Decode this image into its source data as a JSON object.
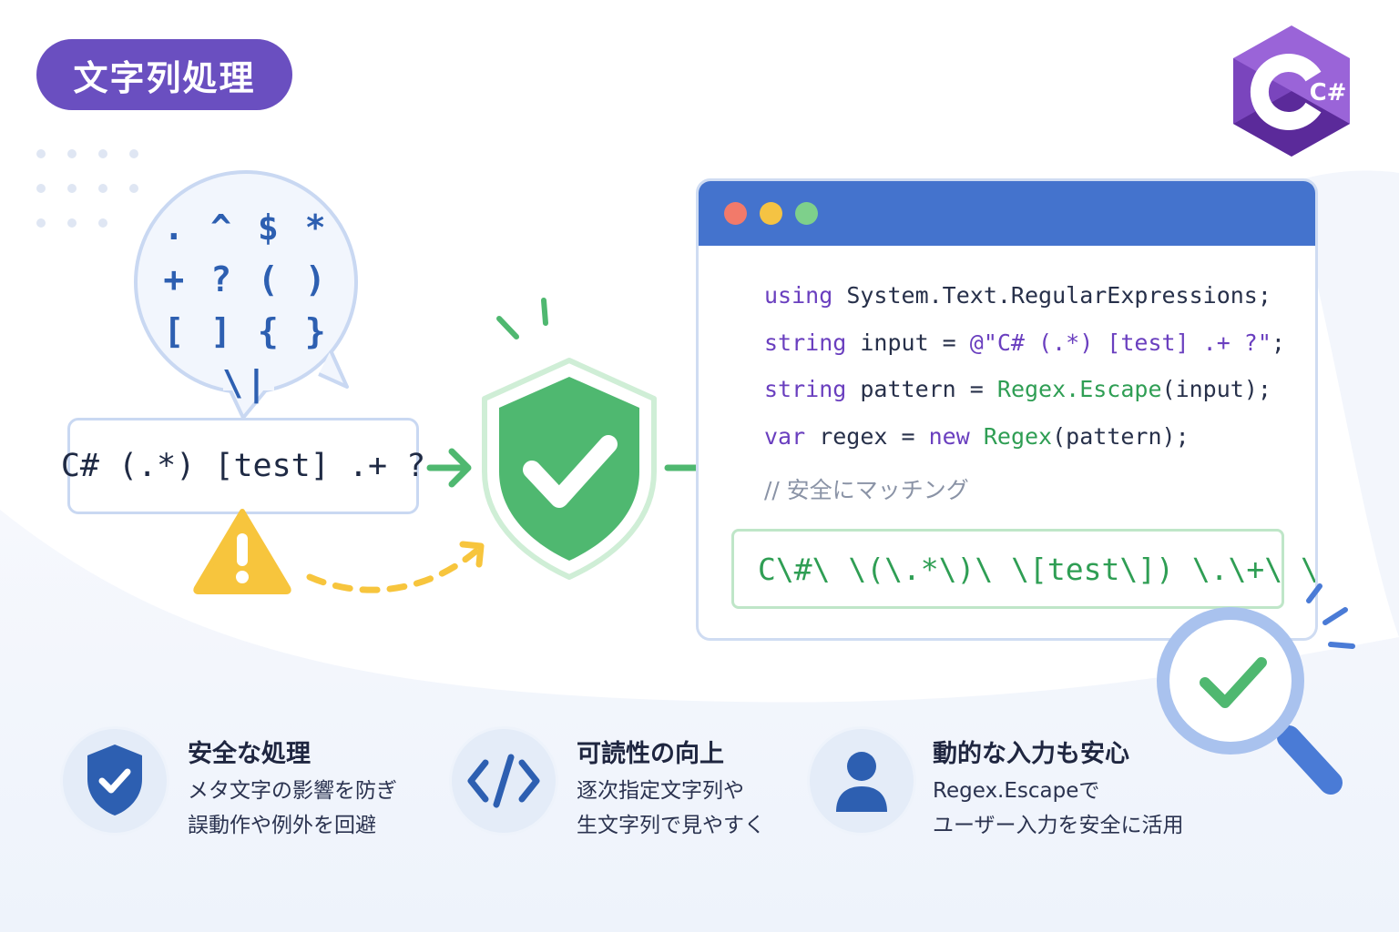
{
  "header": {
    "title": "文字列処理"
  },
  "logo": {
    "icon": "csharp-logo-icon",
    "label": "C#",
    "color": "#8e5bd1"
  },
  "metachars": {
    "line1": ". ^ $ *",
    "line2": "+ ? ( )",
    "line3": "[ ] { } \\|"
  },
  "input_example": "C# (.*) [test] .+ ?",
  "code": {
    "line1": {
      "keyword": "using",
      "rest": " System.Text.RegularExpressions;"
    },
    "line2": {
      "keyword": "string",
      "mid": " input = ",
      "string": "@\"C# (.*) [test] .+ ?\"",
      "end": ";"
    },
    "line3": {
      "keyword": "string",
      "mid": " pattern = ",
      "call": "Regex.Escape",
      "end": "(input);"
    },
    "line4": {
      "keyword": "var",
      "mid": " regex = ",
      "new_kw": "new",
      "space": " ",
      "cls": "Regex",
      "end": "(pattern);"
    },
    "comment": "// 安全にマッチング"
  },
  "escaped_result": "C\\#\\ \\(\\.*\\)\\ \\[test\\]) \\.\\+\\ \\?",
  "features": [
    {
      "icon": "shield-check-icon",
      "title": "安全な処理",
      "line1": "メタ文字の影響を防ぎ",
      "line2": "誤動作や例外を回避"
    },
    {
      "icon": "code-brackets-icon",
      "title": "可読性の向上",
      "line1": "逐次指定文字列や",
      "line2": "生文字列で見やすく"
    },
    {
      "icon": "user-icon",
      "title": "動的な入力も安心",
      "line1": "Regex.Escapeで",
      "line2": "ユーザー入力を安全に活用"
    }
  ],
  "colors": {
    "accent_purple": "#6a4fc0",
    "window_blue": "#4473cd",
    "success_green": "#4fb870",
    "warning_yellow": "#f7c53d"
  }
}
